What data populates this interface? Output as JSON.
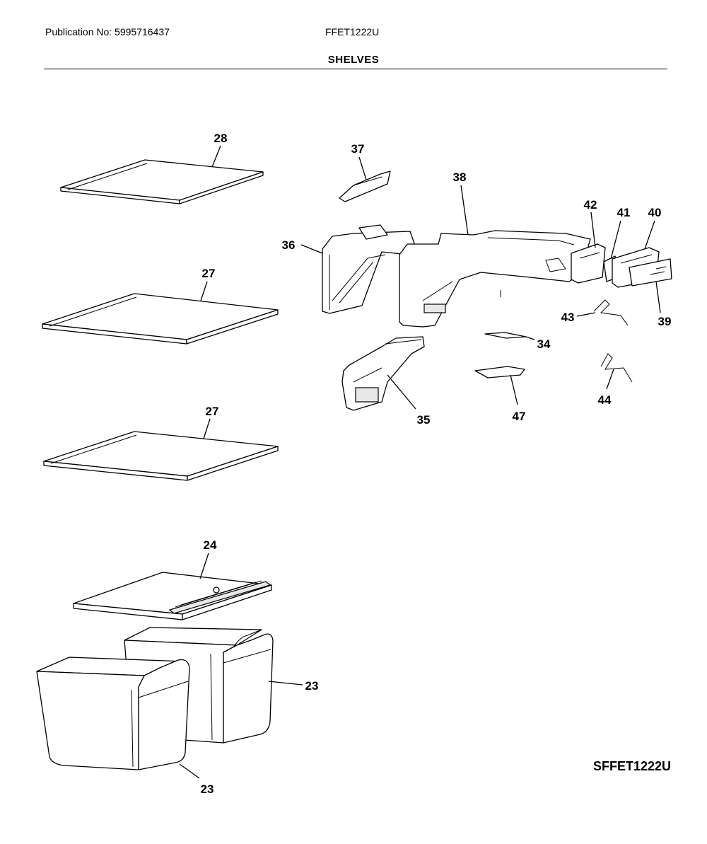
{
  "header": {
    "publication": "Publication No: 5995716437",
    "model": "FFET1222U",
    "section_title": "SHELVES"
  },
  "diagram_code": "SFFET1222U",
  "callouts": {
    "c28": "28",
    "c27a": "27",
    "c27b": "27",
    "c24": "24",
    "c23a": "23",
    "c23b": "23",
    "c37": "37",
    "c38": "38",
    "c36": "36",
    "c42": "42",
    "c41": "41",
    "c40": "40",
    "c39": "39",
    "c43": "43",
    "c34": "34",
    "c35": "35",
    "c47": "47",
    "c44": "44"
  }
}
